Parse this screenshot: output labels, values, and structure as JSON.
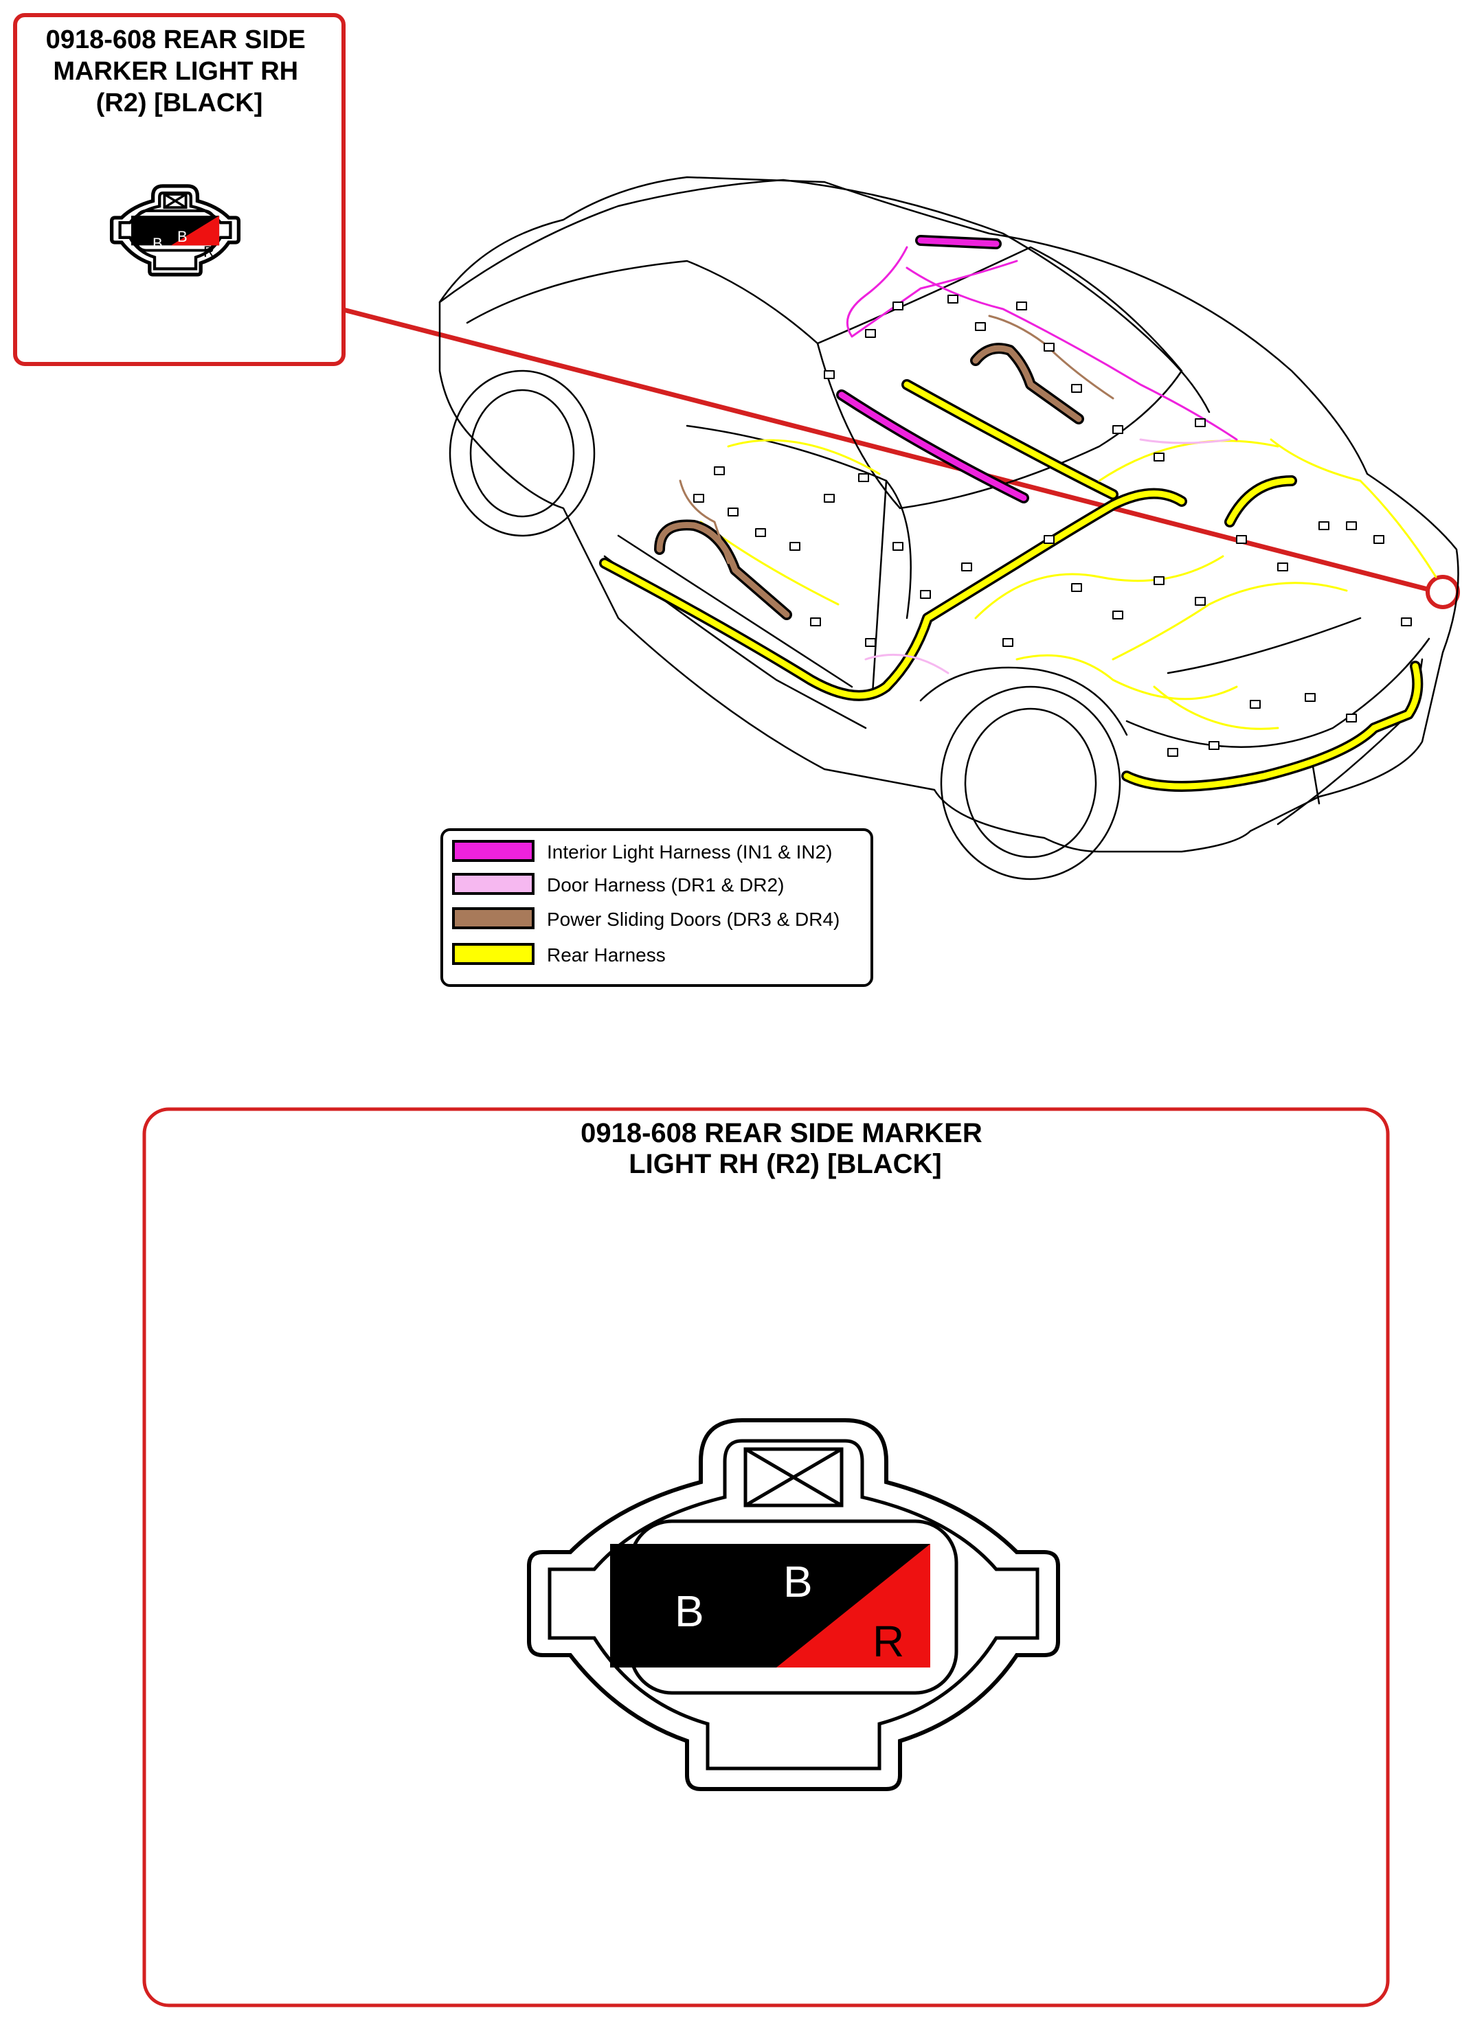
{
  "inset": {
    "title_lines": [
      "0918-608 REAR SIDE",
      "MARKER LIGHT RH",
      "(R2) [BLACK]"
    ],
    "pins": [
      "B",
      "B",
      "R"
    ]
  },
  "detail": {
    "title_lines": [
      "0918-608 REAR SIDE MARKER",
      "LIGHT RH (R2) [BLACK]"
    ],
    "pins": [
      "B",
      "B",
      "R"
    ]
  },
  "legend": {
    "items": [
      {
        "label": "Interior Light Harness (IN1 & IN2)",
        "color": "#ee22dd"
      },
      {
        "label": "Door Harness (DR1 & DR2)",
        "color": "#f6b8f0"
      },
      {
        "label": "Power Sliding Doors (DR3 & DR4)",
        "color": "#a87a5a"
      },
      {
        "label": "Rear Harness",
        "color": "#ffff00"
      }
    ]
  },
  "colors": {
    "frame": "#d42020",
    "pin_black": "#000000",
    "pin_red": "#ee1111",
    "pin_text_light": "#ffffff",
    "pin_text_dark": "#000000"
  }
}
